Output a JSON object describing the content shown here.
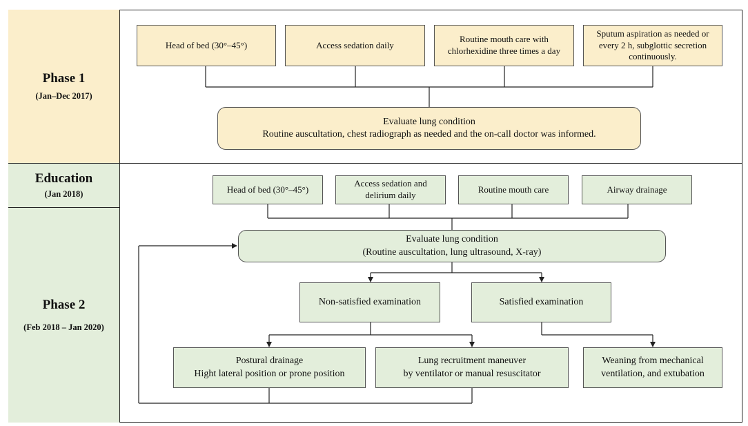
{
  "left_column": {
    "phase1": {
      "title": "Phase 1",
      "period": "(Jan–Dec 2017)"
    },
    "education": {
      "title": "Education",
      "period": "(Jan 2018)"
    },
    "phase2": {
      "title": "Phase 2",
      "period": "(Feb 2018 – Jan 2020)"
    }
  },
  "phase1_steps": [
    "Head of bed (30°–45°)",
    "Access sedation daily",
    "Routine mouth care with chlorhexidine three times a day",
    "Sputum aspiration as needed or every 2 h, subglottic secretion continuously."
  ],
  "phase1_evaluate": {
    "title": "Evaluate lung condition",
    "detail": "Routine auscultation, chest radiograph as needed and the on-call doctor was informed."
  },
  "education_steps": [
    "Head of bed (30°–45°)",
    "Access sedation and delirium daily",
    "Routine mouth care",
    "Airway drainage"
  ],
  "phase2_evaluate": {
    "title": "Evaluate lung condition",
    "detail": "(Routine auscultation, lung ultrasound, X-ray)"
  },
  "exams": {
    "non_satisfied": "Non-satisfied examination",
    "satisfied": "Satisfied examination"
  },
  "actions": {
    "postural": {
      "line1": "Postural drainage",
      "line2": "Hight lateral position or prone position"
    },
    "recruitment": {
      "line1": "Lung recruitment maneuver",
      "line2": "by ventilator or manual resuscitator"
    },
    "weaning": {
      "line1": "Weaning from mechanical",
      "line2": "ventilation, and extubation"
    }
  }
}
